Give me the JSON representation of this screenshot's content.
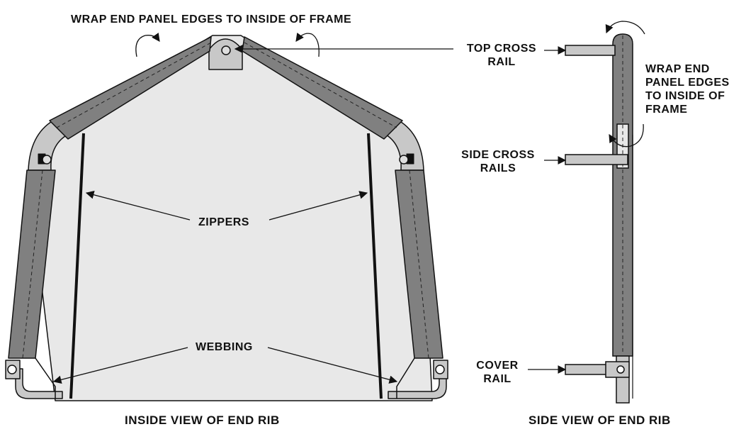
{
  "labels": {
    "wrap_top": "WRAP END PANEL EDGES TO INSIDE OF FRAME",
    "top_cross_rail": [
      "TOP CROSS",
      "RAIL"
    ],
    "wrap_side": [
      "WRAP END",
      "PANEL EDGES",
      "TO INSIDE OF",
      "FRAME"
    ],
    "side_cross_rails": [
      "SIDE CROSS",
      "RAILS"
    ],
    "zippers": "ZIPPERS",
    "webbing": "WEBBING",
    "cover_rail": [
      "COVER",
      "RAIL"
    ],
    "inside_view": "INSIDE VIEW OF END RIB",
    "side_view": "SIDE VIEW OF END RIB"
  },
  "colors": {
    "panel_fill": "#e8e8e8",
    "fabric_band": "#808080",
    "frame_tube": "#c8c8c8",
    "outline": "#111111"
  }
}
